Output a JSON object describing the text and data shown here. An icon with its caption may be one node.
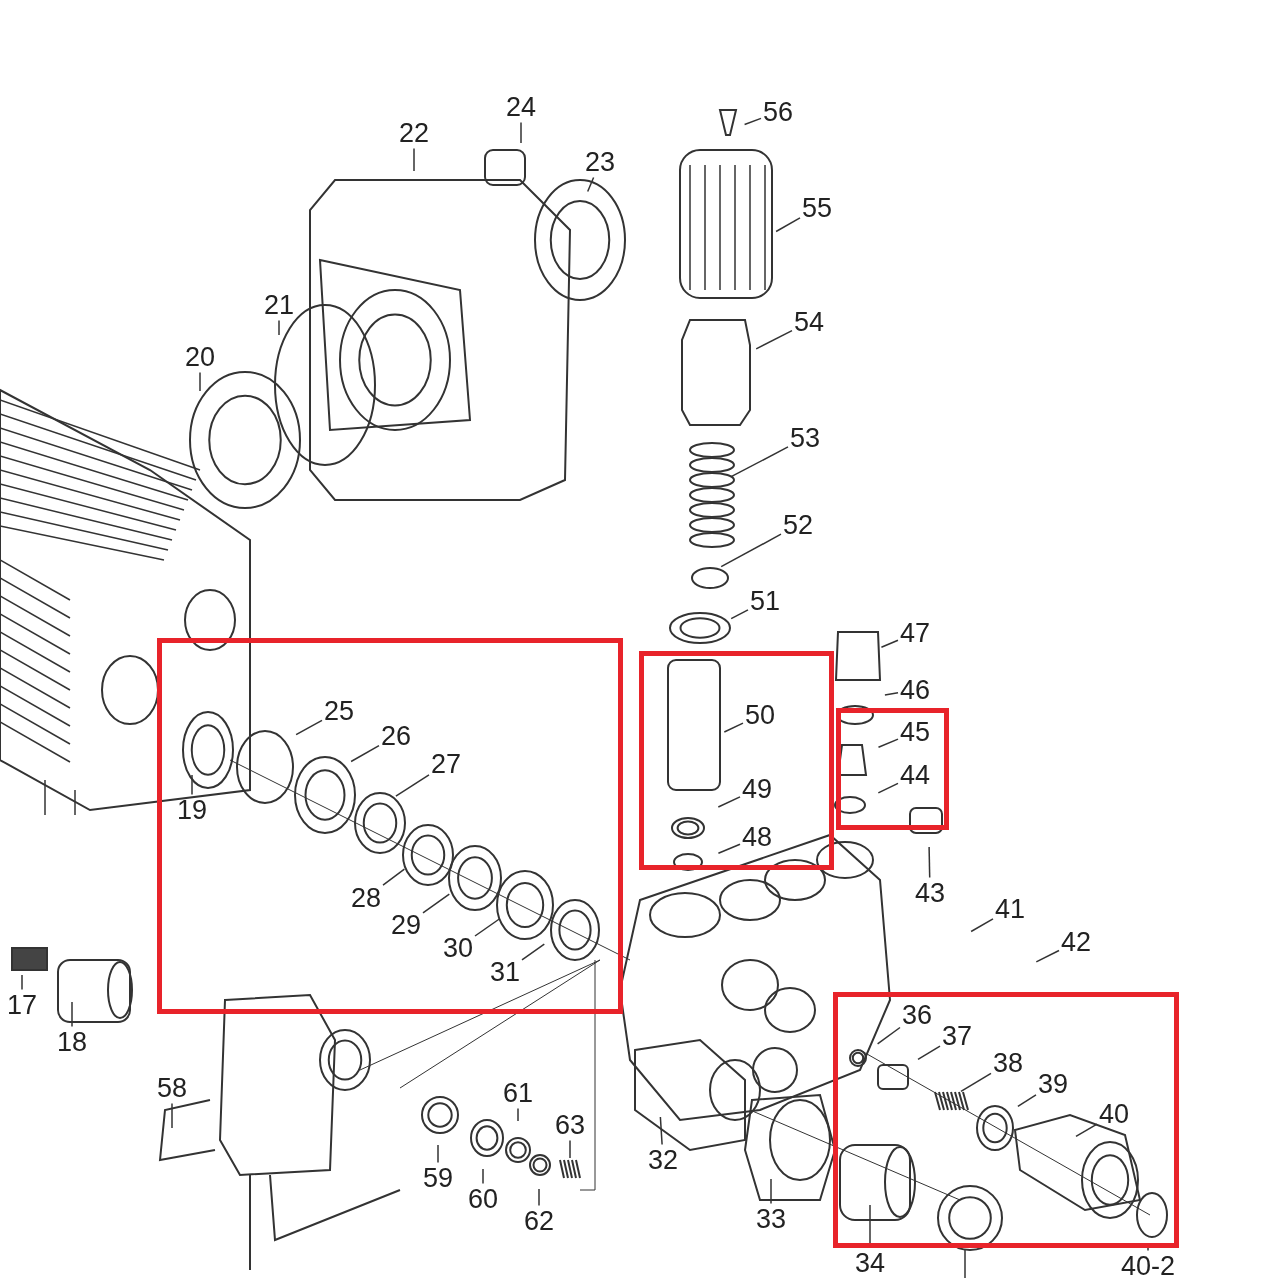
{
  "diagram": {
    "nodes": [
      {
        "text": [],
        "shape": "box"
      },
      {
        "text": [],
        "shape": "box"
      },
      {
        "text": [],
        "shape": "box"
      },
      {
        "text": [],
        "shape": "box"
      },
      {
        "text": [
          "24"
        ]
      },
      {
        "text": [
          "22"
        ]
      },
      {
        "text": [
          "23"
        ]
      },
      {
        "text": [
          "56"
        ]
      },
      {
        "text": [
          "55"
        ]
      },
      {
        "text": [
          "21"
        ]
      },
      {
        "text": [
          "20"
        ]
      },
      {
        "text": [
          "54"
        ]
      },
      {
        "text": [
          "53"
        ]
      },
      {
        "text": [
          "52"
        ]
      },
      {
        "text": [
          "51"
        ]
      },
      {
        "text": [
          "47"
        ]
      },
      {
        "text": [
          "46"
        ]
      },
      {
        "text": [
          "50"
        ],
        "in": 1
      },
      {
        "text": [
          "45"
        ],
        "in": 2
      },
      {
        "text": [
          "44"
        ],
        "in": 2
      },
      {
        "text": [
          "25"
        ],
        "in": 0
      },
      {
        "text": [
          "26"
        ],
        "in": 0
      },
      {
        "text": [
          "27"
        ],
        "in": 0
      },
      {
        "text": [
          "49"
        ],
        "in": 1
      },
      {
        "text": [
          "19"
        ],
        "in": 0
      },
      {
        "text": [
          "48"
        ],
        "in": 1
      },
      {
        "text": [
          "43"
        ]
      },
      {
        "text": [
          "28"
        ],
        "in": 0
      },
      {
        "text": [
          "29"
        ],
        "in": 0
      },
      {
        "text": [
          "30"
        ],
        "in": 0
      },
      {
        "text": [
          "41"
        ]
      },
      {
        "text": [
          "42"
        ]
      },
      {
        "text": [
          "31"
        ],
        "in": 0
      },
      {
        "text": [
          "17"
        ]
      },
      {
        "text": [
          "18"
        ]
      },
      {
        "text": [
          "36"
        ],
        "in": 3
      },
      {
        "text": [
          "37"
        ],
        "in": 3
      },
      {
        "text": [
          "58"
        ]
      },
      {
        "text": [
          "61"
        ]
      },
      {
        "text": [
          "38"
        ],
        "in": 3
      },
      {
        "text": [
          "39"
        ],
        "in": 3
      },
      {
        "text": [
          "40"
        ],
        "in": 3
      },
      {
        "text": [
          "63"
        ]
      },
      {
        "text": [
          "32"
        ]
      },
      {
        "text": [
          "59"
        ]
      },
      {
        "text": [
          "60"
        ]
      },
      {
        "text": [
          "33"
        ]
      },
      {
        "text": [
          "62"
        ]
      },
      {
        "text": [
          "34"
        ]
      },
      {
        "text": [
          "40-2"
        ]
      }
    ],
    "edges": [
      {
        "from": 4,
        "to": null,
        "arrow": "none"
      },
      {
        "from": 5,
        "to": null,
        "arrow": "none"
      },
      {
        "from": 6,
        "to": null,
        "arrow": "none"
      },
      {
        "from": 7,
        "to": null,
        "arrow": "none"
      },
      {
        "from": 8,
        "to": null,
        "arrow": "none"
      },
      {
        "from": 9,
        "to": null,
        "arrow": "none"
      },
      {
        "from": 10,
        "to": null,
        "arrow": "none"
      },
      {
        "from": 11,
        "to": null,
        "arrow": "none"
      },
      {
        "from": 12,
        "to": null,
        "arrow": "none"
      },
      {
        "from": 13,
        "to": null,
        "arrow": "none"
      },
      {
        "from": 14,
        "to": null,
        "arrow": "none"
      },
      {
        "from": 15,
        "to": null,
        "arrow": "none"
      },
      {
        "from": 16,
        "to": null,
        "arrow": "none"
      },
      {
        "from": 17,
        "to": null,
        "arrow": "none"
      },
      {
        "from": 18,
        "to": null,
        "arrow": "none"
      },
      {
        "from": 19,
        "to": null,
        "arrow": "none"
      },
      {
        "from": 20,
        "to": null,
        "arrow": "none"
      },
      {
        "from": 21,
        "to": null,
        "arrow": "none"
      },
      {
        "from": 22,
        "to": null,
        "arrow": "none"
      },
      {
        "from": 23,
        "to": null,
        "arrow": "none"
      },
      {
        "from": 24,
        "to": null,
        "arrow": "none"
      },
      {
        "from": 25,
        "to": null,
        "arrow": "none"
      },
      {
        "from": 26,
        "to": null,
        "arrow": "none"
      },
      {
        "from": 27,
        "to": null,
        "arrow": "none"
      },
      {
        "from": 28,
        "to": null,
        "arrow": "none"
      },
      {
        "from": 29,
        "to": null,
        "arrow": "none"
      },
      {
        "from": 30,
        "to": null,
        "arrow": "none"
      },
      {
        "from": 31,
        "to": null,
        "arrow": "none"
      },
      {
        "from": 32,
        "to": null,
        "arrow": "none"
      },
      {
        "from": 33,
        "to": null,
        "arrow": "none"
      },
      {
        "from": 34,
        "to": null,
        "arrow": "none"
      },
      {
        "from": 35,
        "to": null,
        "arrow": "none"
      },
      {
        "from": 36,
        "to": null,
        "arrow": "none"
      },
      {
        "from": 37,
        "to": null,
        "arrow": "none"
      },
      {
        "from": 38,
        "to": null,
        "arrow": "none"
      },
      {
        "from": 39,
        "to": null,
        "arrow": "none"
      },
      {
        "from": 40,
        "to": null,
        "arrow": "none"
      },
      {
        "from": 41,
        "to": null,
        "arrow": "none"
      },
      {
        "from": 42,
        "to": null,
        "arrow": "none"
      },
      {
        "from": 43,
        "to": null,
        "arrow": "none"
      },
      {
        "from": 44,
        "to": null,
        "arrow": "none"
      },
      {
        "from": 45,
        "to": null,
        "arrow": "none"
      },
      {
        "from": 46,
        "to": null,
        "arrow": "none"
      },
      {
        "from": 47,
        "to": null,
        "arrow": "none"
      },
      {
        "from": 48,
        "to": null,
        "arrow": "none"
      },
      {
        "from": 49,
        "to": null,
        "arrow": "none"
      }
    ]
  }
}
